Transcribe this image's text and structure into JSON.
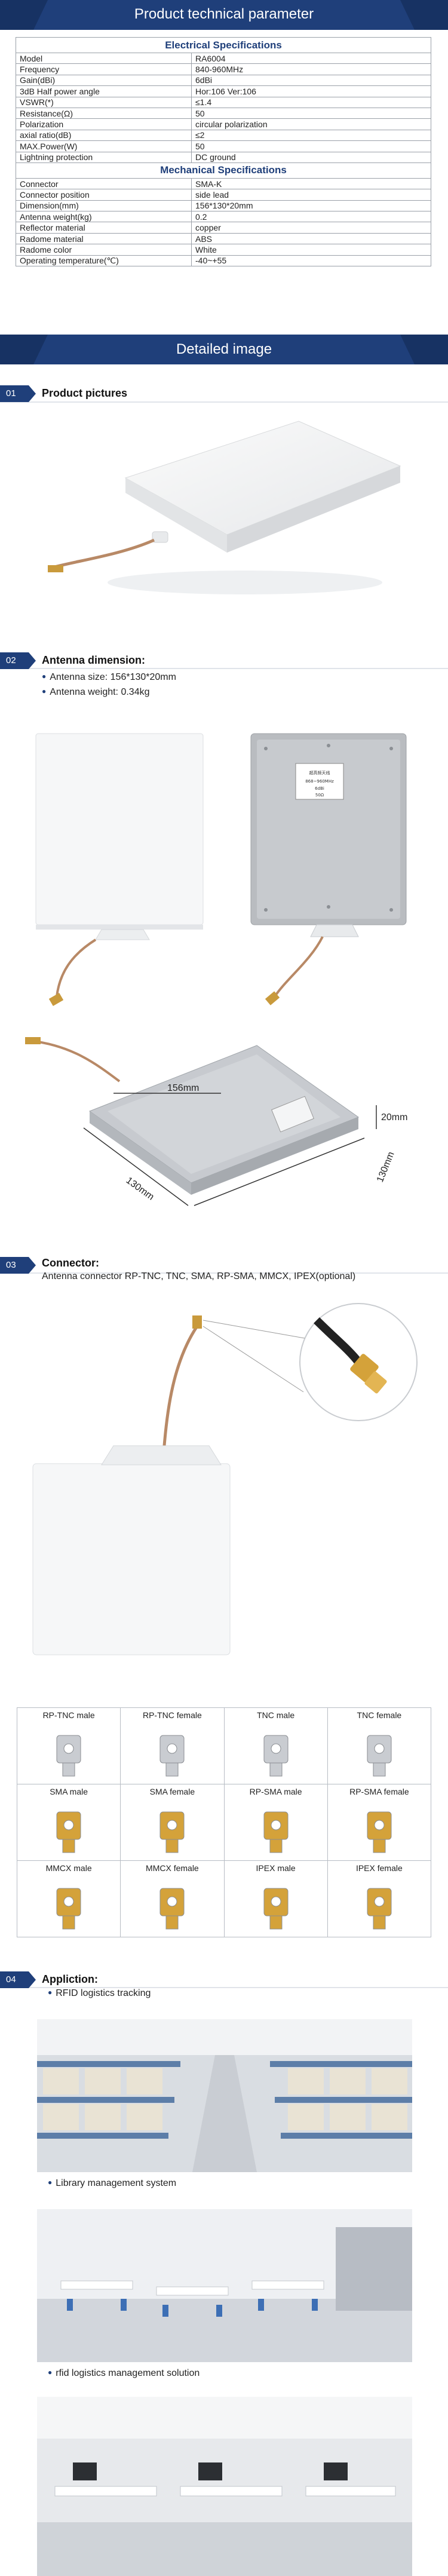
{
  "header": {
    "title": "Product technical parameter"
  },
  "specs": {
    "electrical_heading": "Electrical Specifications",
    "electrical": [
      {
        "k": "Model",
        "v": "RA6004"
      },
      {
        "k": "Frequency",
        "v": "840-960MHz"
      },
      {
        "k": "Gain(dBi)",
        "v": "6dBi"
      },
      {
        "k": "3dB Half power angle",
        "v": "Hor:106  Ver:106"
      },
      {
        "k": "VSWR(*)",
        "v": "≤1.4"
      },
      {
        "k": "Resistance(Ω)",
        "v": "50"
      },
      {
        "k": "Polarization",
        "v": "circular polarization"
      },
      {
        "k": "axial ratio(dB)",
        "v": "≤2"
      },
      {
        "k": "MAX.Power(W)",
        "v": "50"
      },
      {
        "k": "Lightning protection",
        "v": "DC ground"
      }
    ],
    "mechanical_heading": "Mechanical Specifications",
    "mechanical": [
      {
        "k": "Connector",
        "v": "SMA-K"
      },
      {
        "k": "Connector position",
        "v": "side lead"
      },
      {
        "k": "Dimension(mm)",
        "v": "156*130*20mm"
      },
      {
        "k": "Antenna weight(kg)",
        "v": "0.2"
      },
      {
        "k": "Reflector material",
        "v": "copper"
      },
      {
        "k": "Radome  material",
        "v": "ABS"
      },
      {
        "k": "Radome color",
        "v": "White"
      },
      {
        "k": "Operating temperature(℃)",
        "v": "-40~+55"
      }
    ]
  },
  "detail_banner": "Detailed image",
  "sections": {
    "s1": {
      "num": "01",
      "title": "Product pictures"
    },
    "s2": {
      "num": "02",
      "title": "Antenna dimension:",
      "size": "Antenna size: 156*130*20mm",
      "weight": "Antenna weight: 0.34kg"
    },
    "s3": {
      "num": "03",
      "title": "Connector:",
      "desc": "Antenna connector RP-TNC, TNC, SMA, RP-SMA, MMCX, IPEX(optional)"
    },
    "s4": {
      "num": "04",
      "title": "Appliction:"
    }
  },
  "dimensions": {
    "w": "156mm",
    "h": "130mm",
    "d": "20mm",
    "side": "130mm"
  },
  "label_sticker": {
    "l1": "超高频天线",
    "l2": "868~960MHz",
    "l3": "6dBi",
    "l4": "50Ω"
  },
  "connectors": [
    [
      "RP-TNC male",
      "RP-TNC female",
      "TNC male",
      "TNC female"
    ],
    [
      "SMA male",
      "SMA female",
      "RP-SMA male",
      "RP-SMA female"
    ],
    [
      "MMCX male",
      "MMCX female",
      "IPEX male",
      "IPEX female"
    ]
  ],
  "applications": [
    "RFID logistics tracking",
    "Library management system",
    "rfid logistics management solution"
  ],
  "colors": {
    "brand": "#1f3f7a",
    "connector_gold": "#d4a23a"
  }
}
